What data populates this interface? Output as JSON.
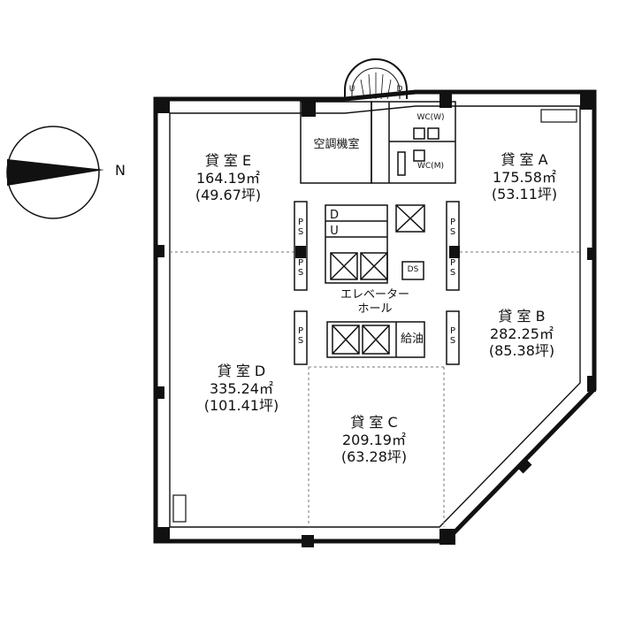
{
  "compass": {
    "direction": "N"
  },
  "rooms": [
    {
      "id": "A",
      "name": "貸 室 A",
      "area": "175.58㎡",
      "tsubo": "(53.11坪)"
    },
    {
      "id": "B",
      "name": "貸 室 B",
      "area": "282.25㎡",
      "tsubo": "(85.38坪)"
    },
    {
      "id": "C",
      "name": "貸 室 C",
      "area": "209.19㎡",
      "tsubo": "(63.28坪)"
    },
    {
      "id": "D",
      "name": "貸 室 D",
      "area": "335.24㎡",
      "tsubo": "(101.41坪)"
    },
    {
      "id": "E",
      "name": "貸 室 E",
      "area": "164.19㎡",
      "tsubo": "(49.67坪)"
    }
  ],
  "core": {
    "machine_room": "空調機室",
    "wc_women": "WC(W)",
    "wc_men": "WC(M)",
    "elevator_hall_line1": "エレベーター",
    "elevator_hall_line2": "ホール",
    "ds": "DS",
    "oil_supply": "給油",
    "stair_down": "D",
    "stair_up": "U",
    "ps": "PS",
    "outer_stair_up": "U",
    "outer_stair_down": "D"
  }
}
